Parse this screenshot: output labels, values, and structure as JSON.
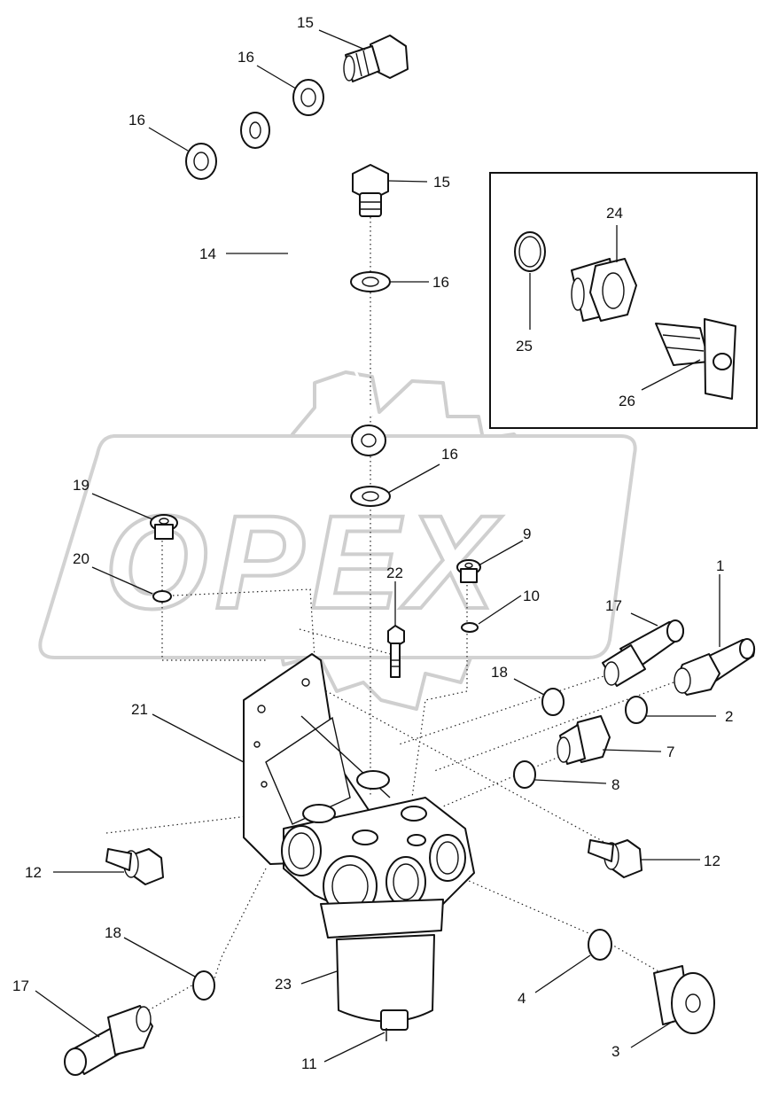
{
  "watermark": {
    "text": "OPEX"
  },
  "corner_mark": "",
  "callouts": {
    "c1": "1",
    "c2": "2",
    "c3": "3",
    "c4": "4",
    "c7": "7",
    "c8": "8",
    "c9": "9",
    "c10": "10",
    "c11": "11",
    "c12a": "12",
    "c12b": "12",
    "c14": "14",
    "c15a": "15",
    "c15b": "15",
    "c16a": "16",
    "c16b": "16",
    "c16c": "16",
    "c16d": "16",
    "c17a": "17",
    "c17b": "17",
    "c18a": "18",
    "c18b": "18",
    "c19": "19",
    "c20": "20",
    "c21": "21",
    "c22": "22",
    "c23": "23",
    "c24": "24",
    "c25": "25",
    "c26": "26"
  }
}
